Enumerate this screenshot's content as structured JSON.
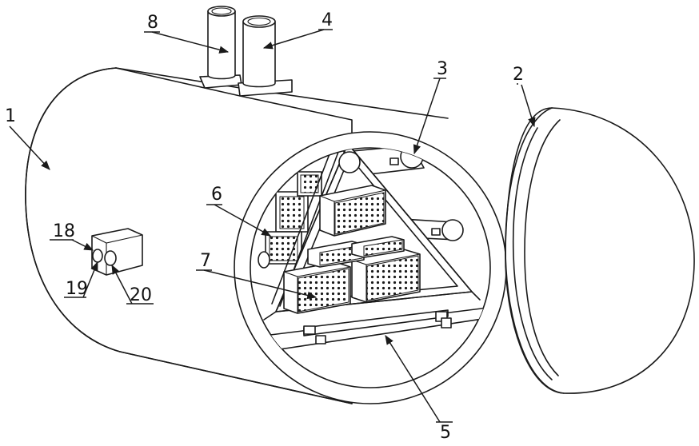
{
  "labels": {
    "l1": "1",
    "l2": "2",
    "l3": "3",
    "l4": "4",
    "l5": "5",
    "l6": "6",
    "l7": "7",
    "l8": "8",
    "l18": "18",
    "l19": "19",
    "l20": "20"
  },
  "colors": {
    "line": "#1a1a1a",
    "background": "#ffffff"
  }
}
